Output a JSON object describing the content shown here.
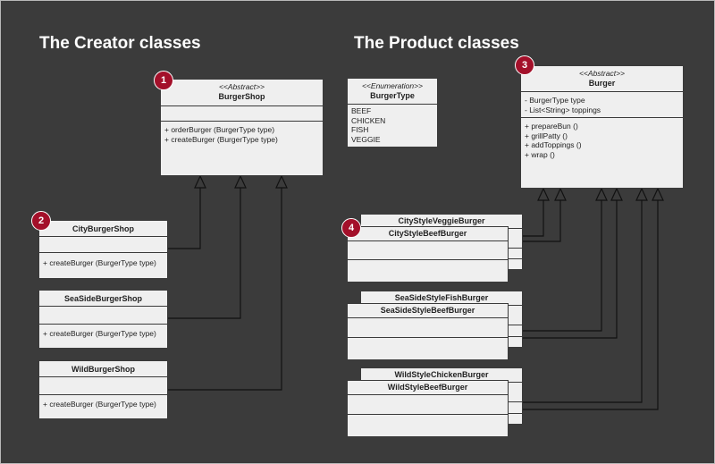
{
  "headings": {
    "creator": "The Creator classes",
    "product": "The Product classes"
  },
  "badges": [
    "1",
    "2",
    "3",
    "4"
  ],
  "burger_shop": {
    "stereotype": "<<Abstract>>",
    "name": "BurgerShop",
    "methods": [
      "+ orderBurger (BurgerType type)",
      "+ createBurger (BurgerType type)"
    ]
  },
  "city_shop": {
    "name": "CityBurgerShop",
    "methods": [
      "+ createBurger (BurgerType type)"
    ]
  },
  "seaside_shop": {
    "name": "SeaSideBurgerShop",
    "methods": [
      "+ createBurger (BurgerType type)"
    ]
  },
  "wild_shop": {
    "name": "WildBurgerShop",
    "methods": [
      "+ createBurger (BurgerType type)"
    ]
  },
  "burger_type": {
    "stereotype": "<<Enumeration>>",
    "name": "BurgerType",
    "values": [
      "BEEF",
      "CHICKEN",
      "FISH",
      "VEGGIE"
    ]
  },
  "burger": {
    "stereotype": "<<Abstract>>",
    "name": "Burger",
    "attributes": [
      "- BurgerType type",
      "- List<String> toppings"
    ],
    "methods": [
      "+ prepareBun ()",
      "+ grillPatty ()",
      "+ addToppings ()",
      "+ wrap ()"
    ]
  },
  "products": {
    "city_veggie": "CityStyleVeggieBurger",
    "city_beef": "CityStyleBeefBurger",
    "seaside_fish": "SeaSideStyleFishBurger",
    "seaside_beef": "SeaSideStyleBeefBurger",
    "wild_chicken": "WildStyleChickenBurger",
    "wild_beef": "WildStyleBeefBurger"
  },
  "colors": {
    "background": "#3b3b3b",
    "box_fill": "#efefef",
    "badge": "#a3102a",
    "heading": "#ffffff"
  }
}
